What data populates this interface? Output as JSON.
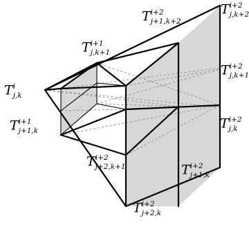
{
  "labels": [
    {
      "id": "t-i-jk",
      "base": "T",
      "sup": "i",
      "sub": "j,k"
    },
    {
      "id": "t-i1-jk1",
      "base": "T",
      "sup": "i+1",
      "sub": "j,k+1"
    },
    {
      "id": "t-i1-j1k",
      "base": "T",
      "sup": "i+1",
      "sub": "j+1,k"
    },
    {
      "id": "t-i2-j1k2",
      "base": "T",
      "sup": "i+2",
      "sub": "j+1,k+2"
    },
    {
      "id": "t-i2-jk2",
      "base": "T",
      "sup": "i+2",
      "sub": "j,k+2"
    },
    {
      "id": "t-i2-jk1",
      "base": "T",
      "sup": "i+2",
      "sub": "j,k+1"
    },
    {
      "id": "t-i2-jk",
      "base": "T",
      "sup": "i+2",
      "sub": "j,k"
    },
    {
      "id": "t-i2-j2k1",
      "base": "T",
      "sup": "i+2",
      "sub": "j+2,k+1"
    },
    {
      "id": "t-i2-j1k",
      "base": "T",
      "sup": "i+2",
      "sub": "j+1,k"
    },
    {
      "id": "t-i2-j2k",
      "base": "T",
      "sup": "i+2",
      "sub": "j+2,k"
    }
  ]
}
